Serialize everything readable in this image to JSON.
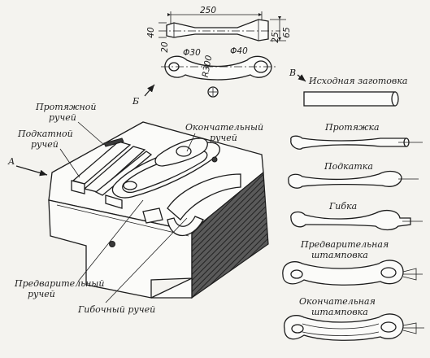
{
  "labels": {
    "view_b": "Б",
    "view_v": "В",
    "view_a": "А",
    "blank": "Исходная заготовка",
    "drawing": "Протяжка",
    "rolling": "Подкатка",
    "bending": "Гибка",
    "prelim_forging_l1": "Предварительная",
    "prelim_forging_l2": "штамповка",
    "final_forging_l1": "Окончательная",
    "final_forging_l2": "штамповка",
    "drawing_cavity_l1": "Протяжной",
    "drawing_cavity_l2": "ручей",
    "rolling_cavity_l1": "Подкатной",
    "rolling_cavity_l2": "ручей",
    "final_cavity_l1": "Окончательный",
    "final_cavity_l2": "ручей",
    "prelim_cavity_l1": "Предварительный",
    "prelim_cavity_l2": "ручей",
    "bending_cavity": "Гибочный ручей"
  },
  "dimensions": {
    "length": "250",
    "head_left": "40",
    "head_right": "65",
    "shank_right": "25",
    "shank_left": "20",
    "radius": "R300",
    "diam_left": "Φ30",
    "diam_right": "Φ40"
  }
}
